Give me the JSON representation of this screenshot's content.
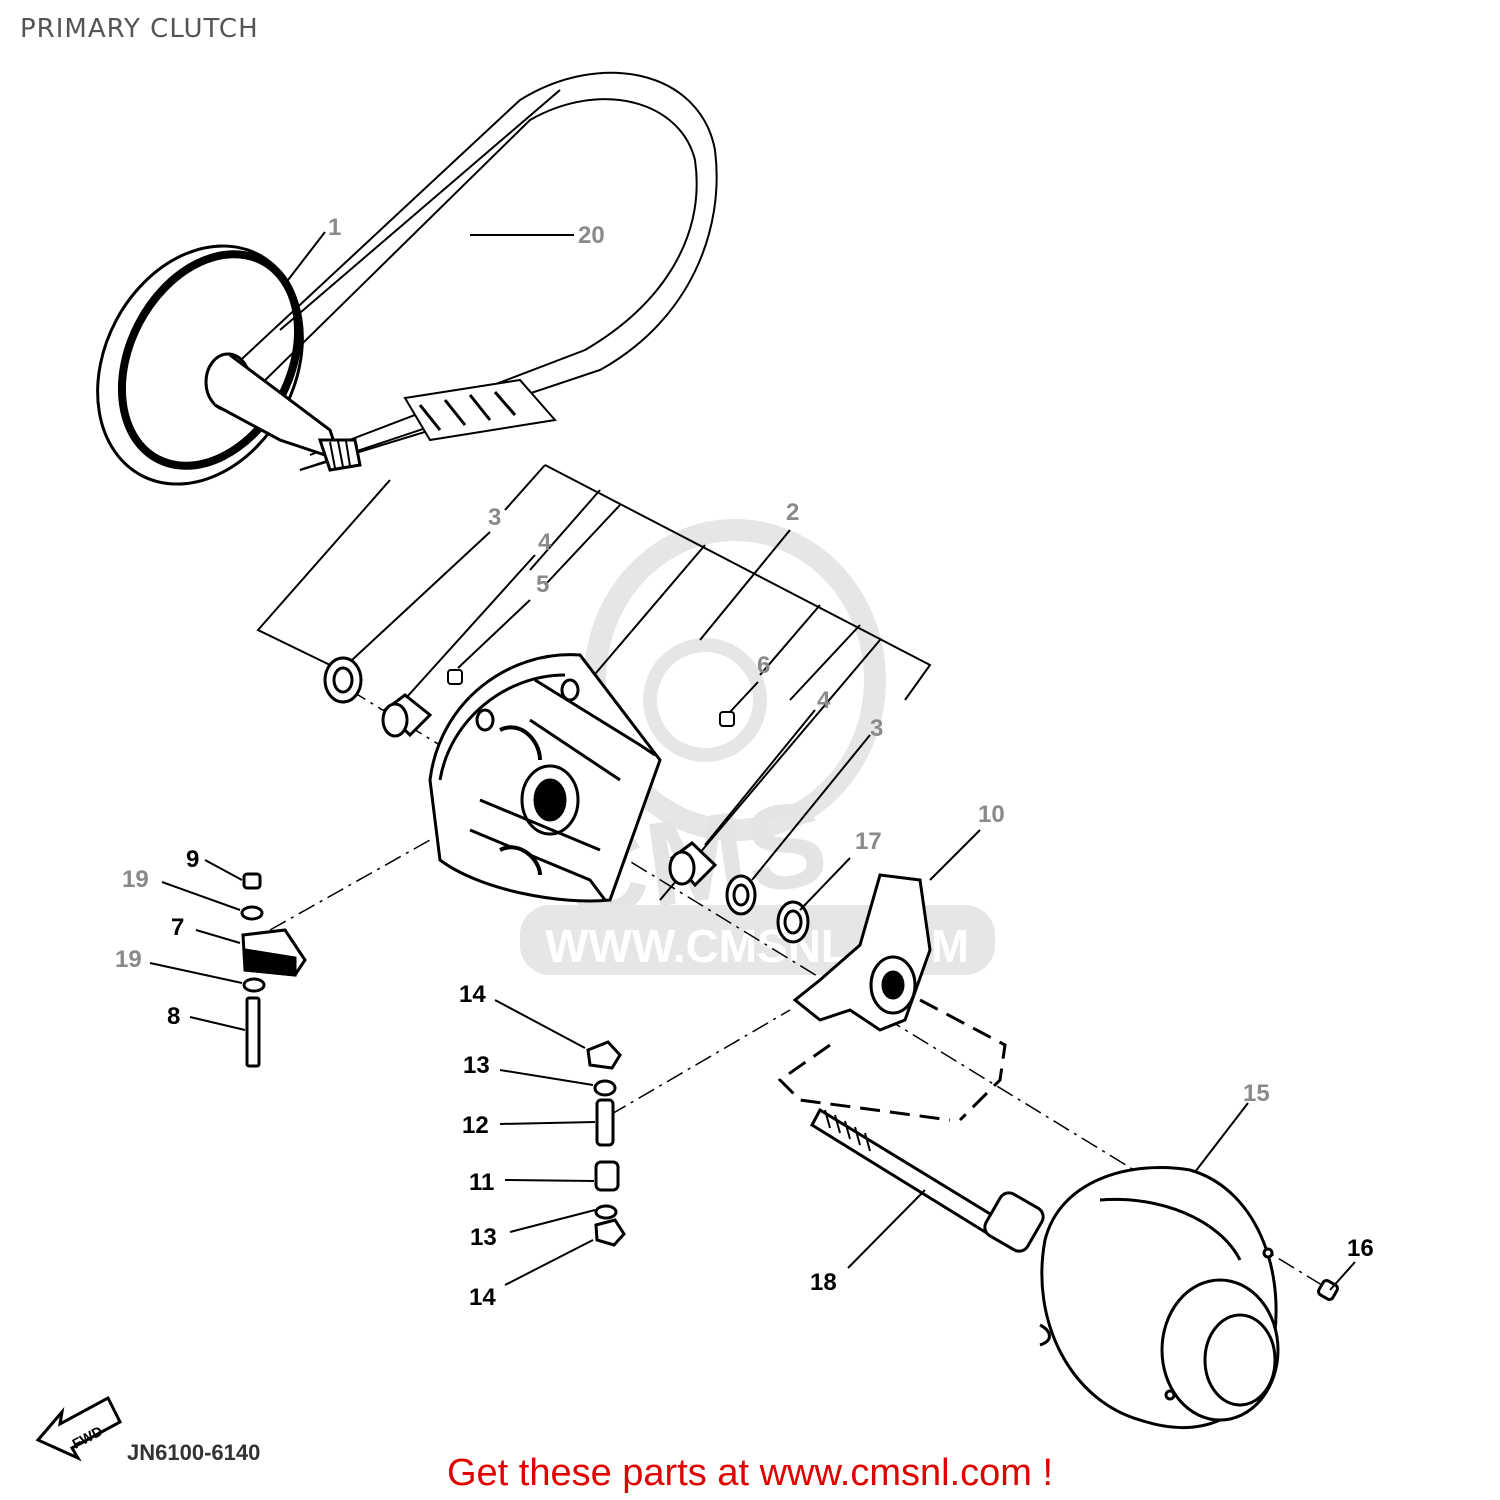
{
  "header": {
    "title": "PRIMARY CLUTCH"
  },
  "diagram": {
    "code": "JN6100-6140",
    "fwd_label": "FWD",
    "watermark": {
      "brand": "CMS",
      "url": "WWW.CMSNL.COM"
    },
    "callouts": [
      {
        "id": "c1",
        "label": "1"
      },
      {
        "id": "c20",
        "label": "20"
      },
      {
        "id": "c3a",
        "label": "3"
      },
      {
        "id": "c2",
        "label": "2"
      },
      {
        "id": "c4a",
        "label": "4"
      },
      {
        "id": "c5",
        "label": "5"
      },
      {
        "id": "c6",
        "label": "6"
      },
      {
        "id": "c4b",
        "label": "4"
      },
      {
        "id": "c3b",
        "label": "3"
      },
      {
        "id": "c10",
        "label": "10"
      },
      {
        "id": "c17",
        "label": "17"
      },
      {
        "id": "c9",
        "label": "9"
      },
      {
        "id": "c19a",
        "label": "19"
      },
      {
        "id": "c7",
        "label": "7"
      },
      {
        "id": "c19b",
        "label": "19"
      },
      {
        "id": "c8",
        "label": "8"
      },
      {
        "id": "c14a",
        "label": "14"
      },
      {
        "id": "c13a",
        "label": "13"
      },
      {
        "id": "c12",
        "label": "12"
      },
      {
        "id": "c11",
        "label": "11"
      },
      {
        "id": "c13b",
        "label": "13"
      },
      {
        "id": "c14b",
        "label": "14"
      },
      {
        "id": "c15",
        "label": "15"
      },
      {
        "id": "c16",
        "label": "16"
      },
      {
        "id": "c18",
        "label": "18"
      }
    ]
  },
  "footer": {
    "link_text": "Get these parts at www.cmsnl.com !"
  },
  "colors": {
    "line": "#000000",
    "callout_dark": "#000000",
    "callout_grey": "#8a8a8a",
    "footer": "#e00000",
    "watermark": "#e2e2e2"
  }
}
